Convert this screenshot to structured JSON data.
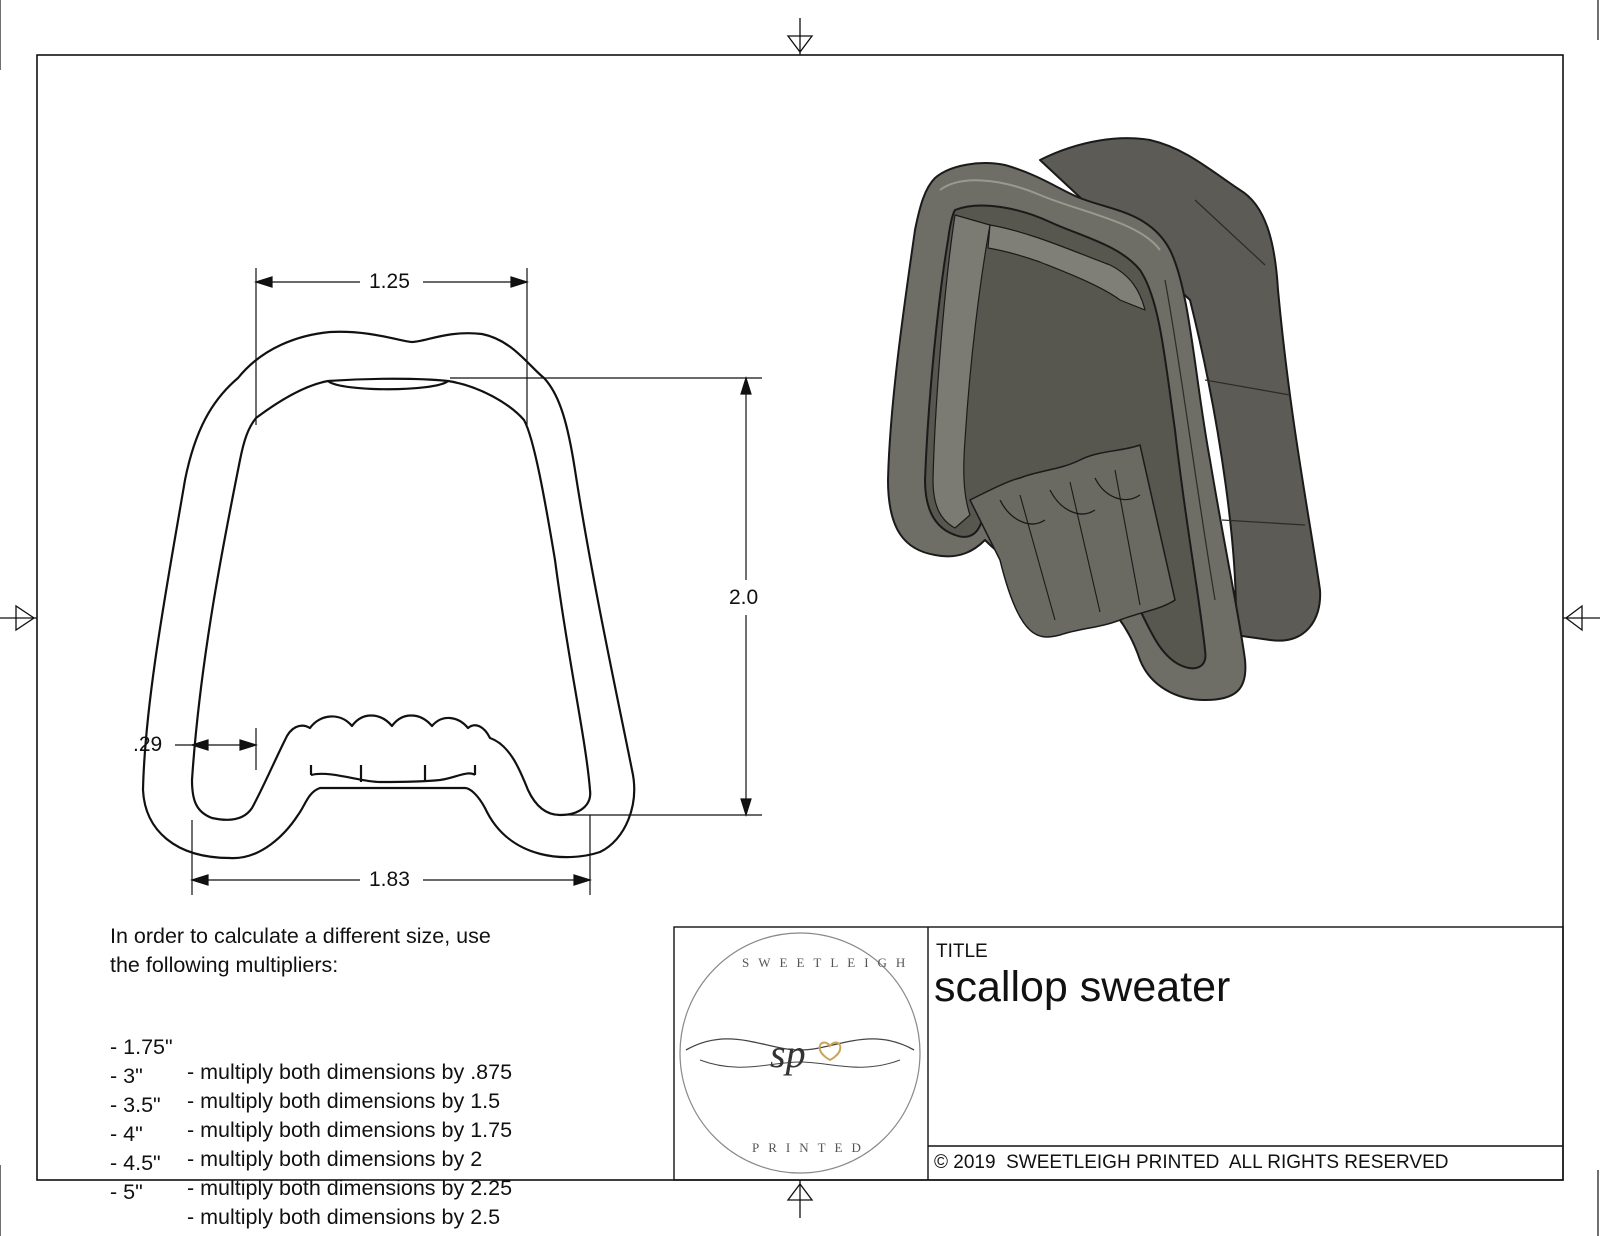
{
  "drawing": {
    "dimensions": {
      "top_width": "1.25",
      "height": "2.0",
      "bottom_width": "1.83",
      "sleeve_gap": ".29"
    },
    "instructions": {
      "line1": "In order to calculate a different size, use",
      "line2": "the following multipliers:",
      "multipliers": [
        {
          "size": "- 1.75\"",
          "text": "- multiply both dimensions by .875"
        },
        {
          "size": "- 3\"",
          "text": "- multiply both dimensions by 1.5"
        },
        {
          "size": "- 3.5\"",
          "text": "- multiply both dimensions by 1.75"
        },
        {
          "size": "- 4\"",
          "text": "- multiply both dimensions by 2"
        },
        {
          "size": "- 4.5\"",
          "text": "- multiply both dimensions by 2.25"
        },
        {
          "size": "- 5\"",
          "text": "- multiply both dimensions by 2.5"
        }
      ]
    }
  },
  "title_block": {
    "title_label": "TITLE",
    "title": "scallop sweater",
    "copyright": "© 2019  SWEETLEIGH PRINTED  ALL RIGHTS RESERVED",
    "logo": {
      "top_text": "SWEETLEIGH",
      "monogram": "sp",
      "bottom_text": "PRINTED"
    }
  },
  "colors": {
    "line": "#111111",
    "cutter_body": "#6e6d66",
    "cutter_dark": "#55544e",
    "cutter_light": "#8a8981",
    "logo_heart": "#c9a45a"
  }
}
